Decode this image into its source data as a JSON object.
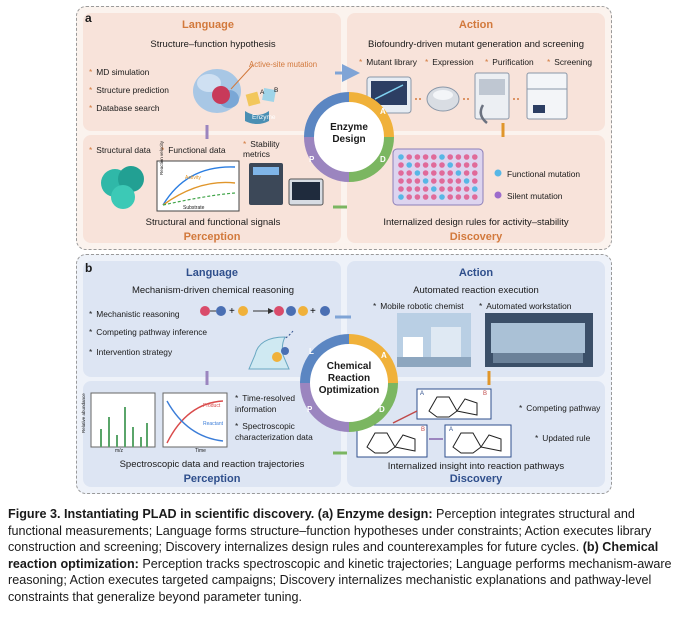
{
  "panel_a": {
    "letter": "a",
    "language": {
      "title": "Language",
      "subtitle": "Structure–function hypothesis",
      "bullets": [
        "MD simulation",
        "Structure prediction",
        "Database search"
      ],
      "callout": "Active-site mutation",
      "enzyme_label": "Enzyme",
      "substrate_a": "A",
      "substrate_b": "B"
    },
    "action": {
      "title": "Action",
      "subtitle": "Biofoundry-driven mutant generation and screening",
      "steps": [
        "Mutant library",
        "Expression",
        "Purification",
        "Screening"
      ]
    },
    "perception": {
      "title": "Perception",
      "subtitle": "Structural and functional signals",
      "items": [
        "Structural data",
        "Functional data",
        "Stability metrics"
      ],
      "plot_label": "Activity",
      "plot_xlabel": "Substrate",
      "plot_ylabel": "Reaction velocity"
    },
    "discovery": {
      "title": "Discovery",
      "subtitle": "Internalized design rules for activity–stability",
      "legend": [
        "Functional mutation",
        "Silent mutation"
      ]
    },
    "cycle": {
      "center": "Enzyme Design",
      "letters": [
        "L",
        "A",
        "D",
        "P"
      ]
    }
  },
  "panel_b": {
    "letter": "b",
    "language": {
      "title": "Language",
      "subtitle": "Mechanism-driven chemical reasoning",
      "bullets": [
        "Mechanistic reasoning",
        "Competing pathway inference",
        "Intervention strategy"
      ]
    },
    "action": {
      "title": "Action",
      "subtitle": "Automated reaction execution",
      "items": [
        "Mobile robotic chemist",
        "Automated workstation"
      ]
    },
    "perception": {
      "title": "Perception",
      "subtitle": "Spectroscopic data and reaction trajectories",
      "items": [
        "Time-resolved information",
        "Spectroscopic characterization data"
      ],
      "ms_xlabel": "m/z",
      "ms_ylabel": "Relative abundance",
      "kin_xlabel": "Time",
      "kin_product": "Product",
      "kin_reactant": "Reactant"
    },
    "discovery": {
      "title": "Discovery",
      "subtitle": "Internalized insight into reaction pathways",
      "notes": [
        "Competing pathway",
        "Updated rule"
      ],
      "mol_a": "A",
      "mol_b": "B"
    },
    "cycle": {
      "center_lines": [
        "Chemical",
        "Reaction",
        "Optimization"
      ],
      "letters": [
        "L",
        "A",
        "D",
        "P"
      ]
    }
  },
  "caption": {
    "figure": "Figure 3.",
    "title": "Instantiating PLAD in scientific discovery.",
    "a_label": "(a) Enzyme design:",
    "a_text": "Perception integrates structural and functional measurements; Language forms structure–function hypotheses under constraints; Action executes library construction and screening; Discovery internalizes design rules and counterexamples for future cycles.",
    "b_label": "(b) Chemical reaction optimization:",
    "b_text": "Perception tracks spectroscopic and kinetic trajectories; Language performs mechanism-aware reasoning; Action executes targeted campaigns; Discovery internalizes mechanistic explanations and pathway-level constraints that generalize beyond parameter tuning."
  },
  "colors": {
    "orange": "#d2793c",
    "navy": "#2f4f8c",
    "ring_l": "#5b86c2",
    "ring_a": "#f0b13a",
    "ring_d": "#7bb661",
    "ring_p": "#9b85bf"
  }
}
